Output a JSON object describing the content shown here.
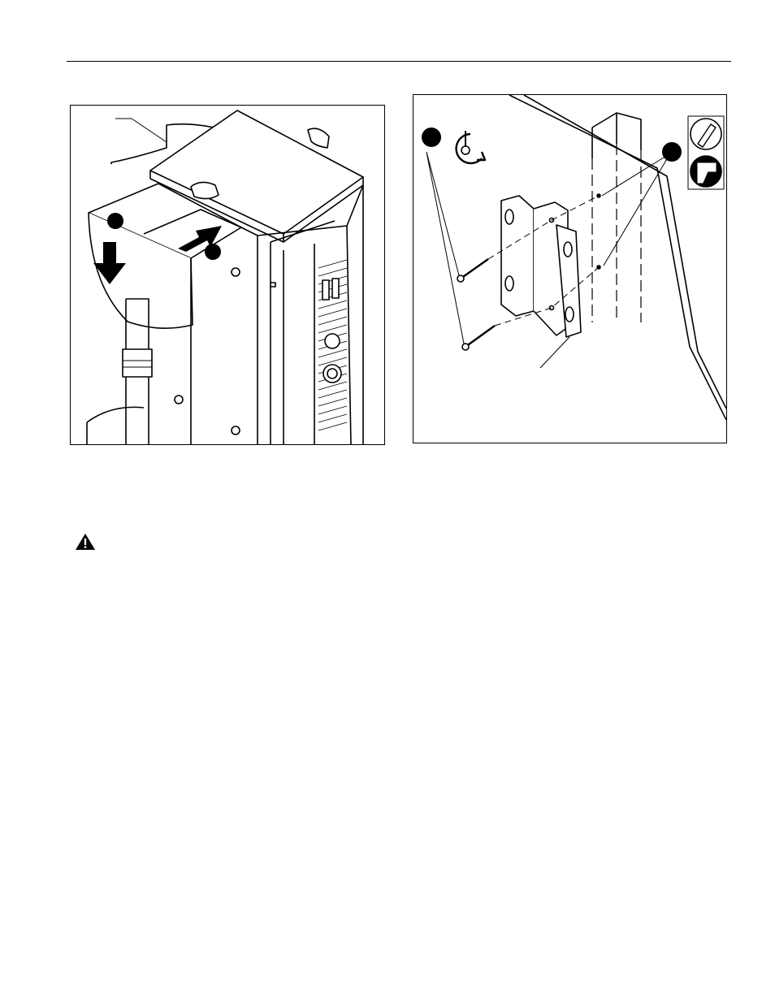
{
  "page": {
    "figures": [
      {
        "id": "figure-left",
        "icons": [
          "callout-marker",
          "callout-marker",
          "arrow-down-icon",
          "arrow-push-icon"
        ]
      },
      {
        "id": "figure-right",
        "icons": [
          "callout-marker",
          "callout-marker",
          "screwdriver-rotate-icon",
          "pencil-icon",
          "drill-icon"
        ]
      }
    ],
    "warning_icon": "warning-triangle-icon"
  },
  "colors": {
    "ink": "#000000",
    "paper": "#ffffff"
  }
}
